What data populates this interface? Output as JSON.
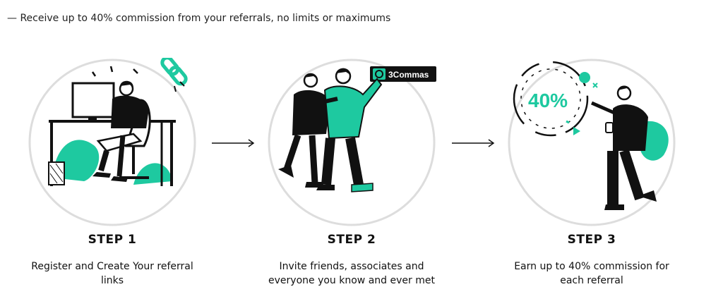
{
  "tagline": "— Receive up to 40% commission from your referrals, no limits or maximums",
  "colors": {
    "accent": "#1ec9a0",
    "ink": "#111111",
    "circle": "#dddddd"
  },
  "steps": [
    {
      "title": "STEP 1",
      "description": "Register and Create Your referral links"
    },
    {
      "title": "STEP 2",
      "description": "Invite friends, associates and everyone you know and ever met",
      "badge": "3Commas"
    },
    {
      "title": "STEP 3",
      "description": "Earn up to 40% commission for each referral",
      "badge": "40%"
    }
  ]
}
